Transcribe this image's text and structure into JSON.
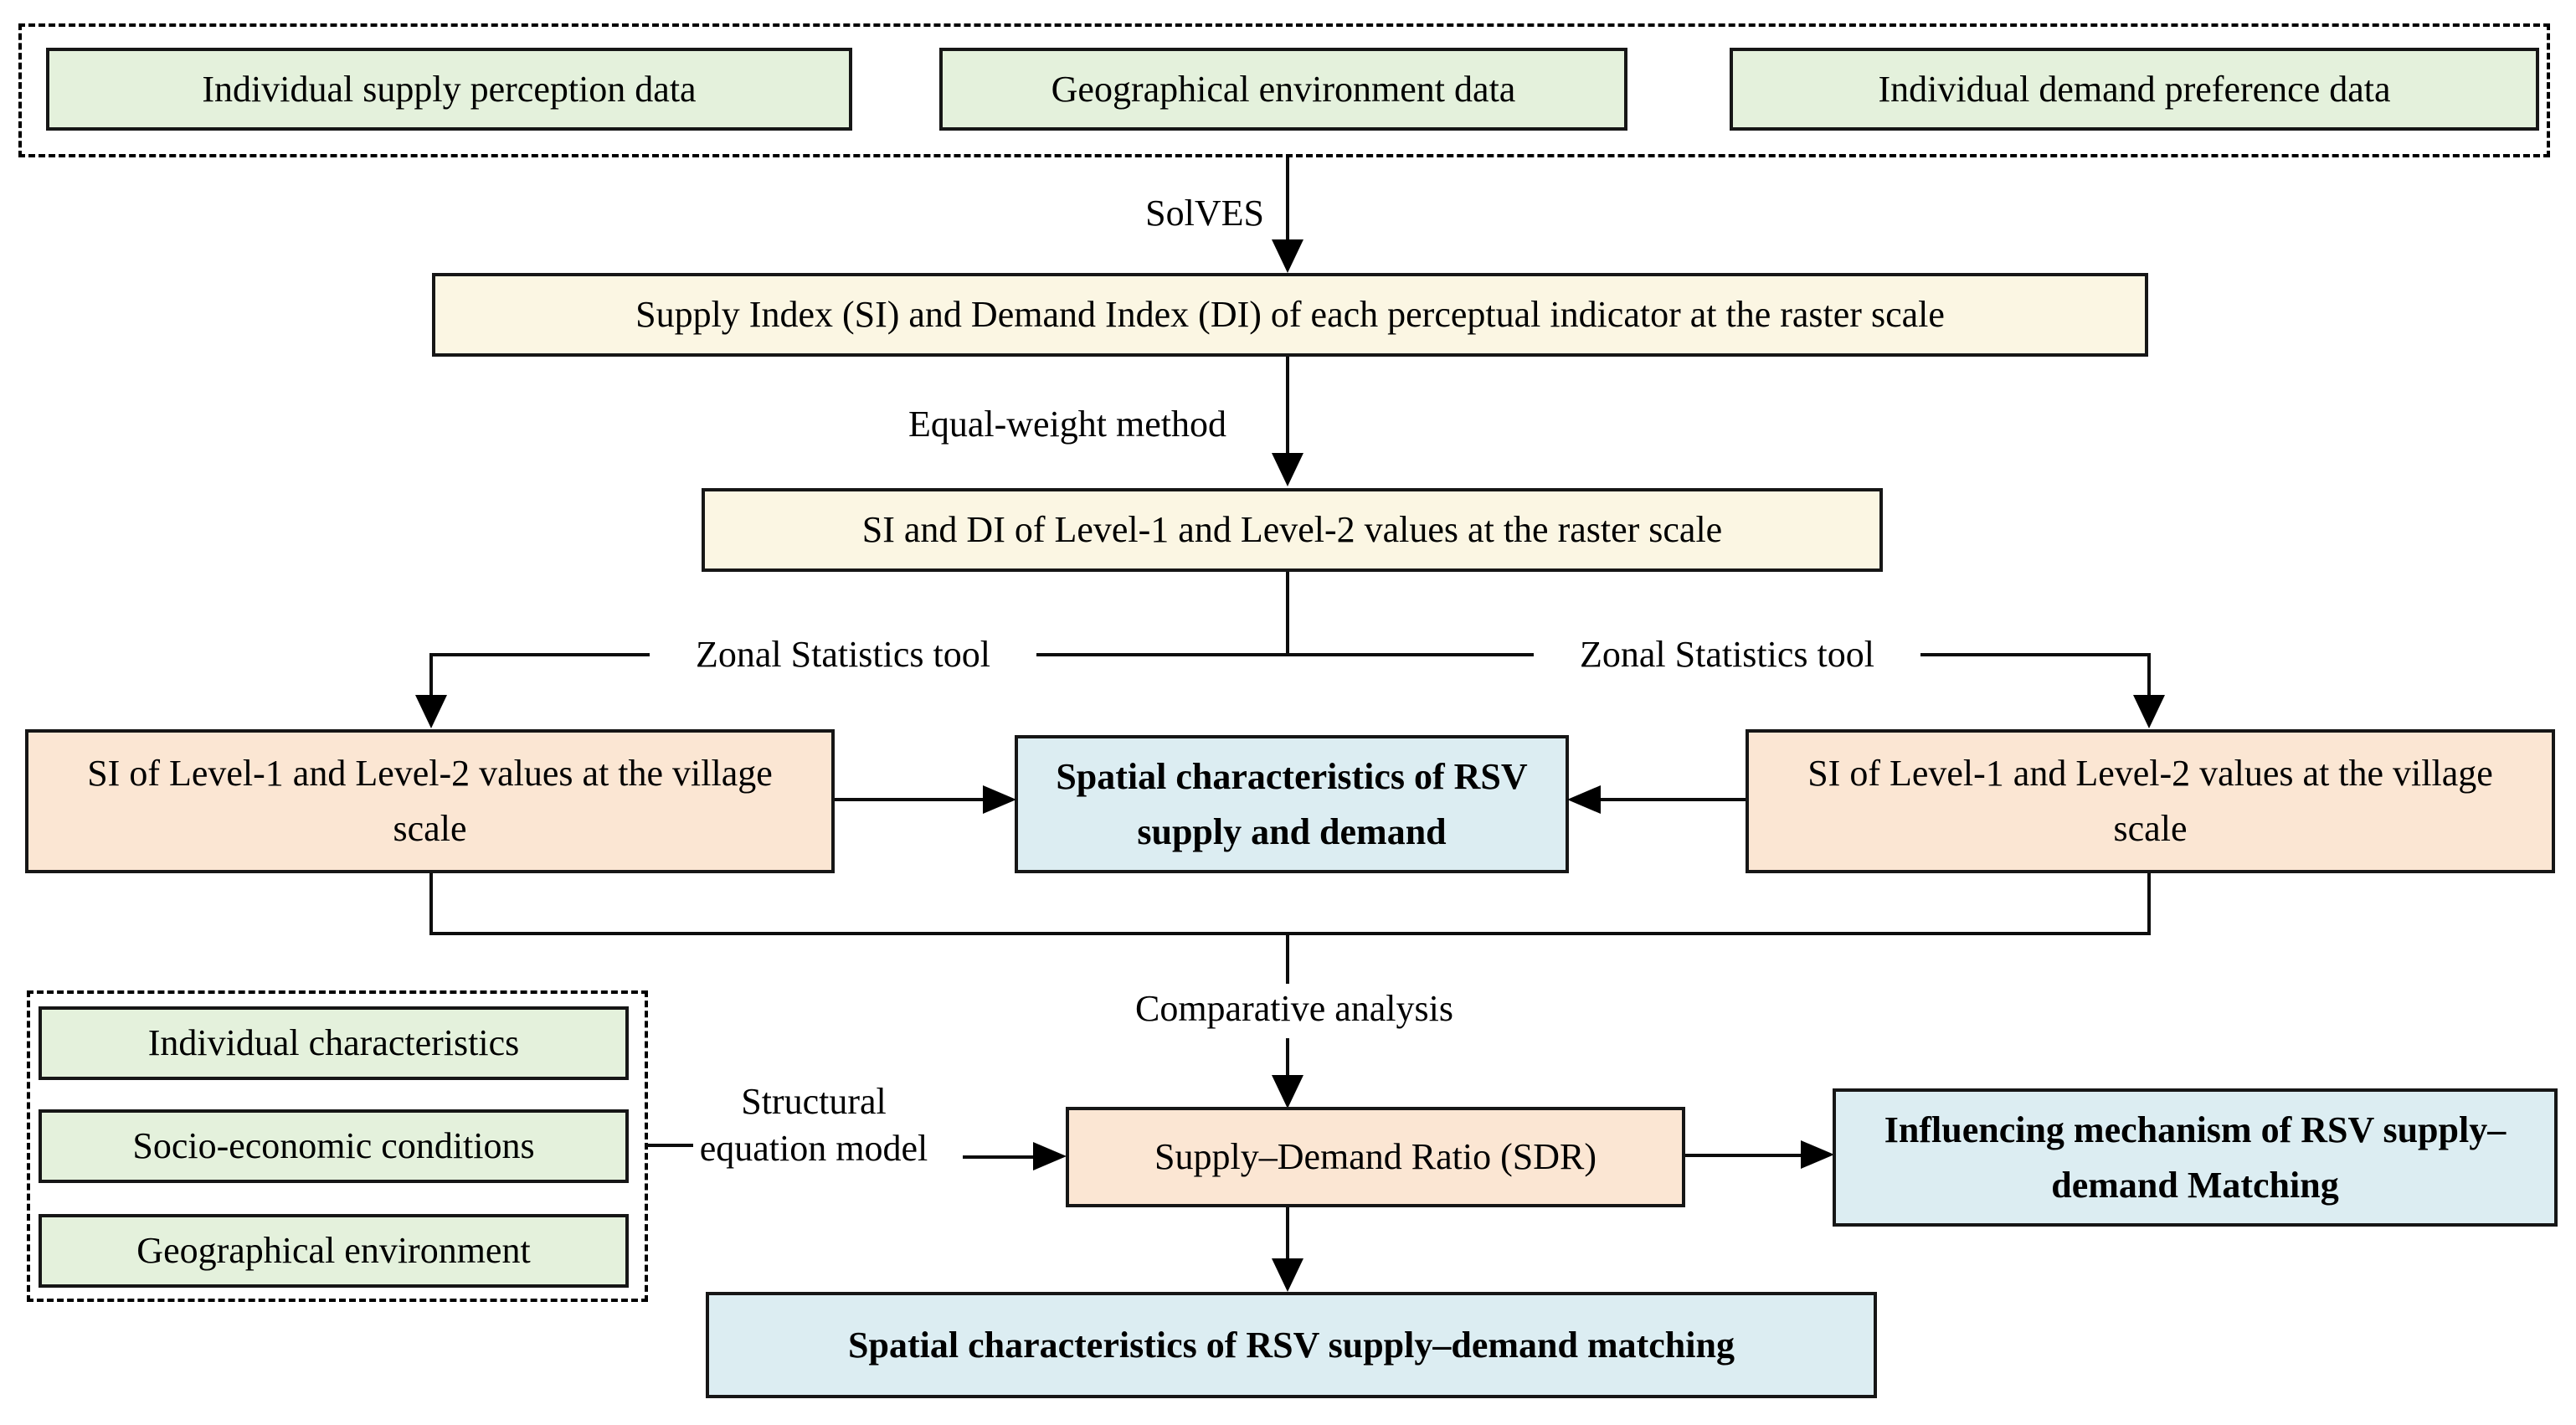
{
  "top_group": {
    "boxes": [
      {
        "label": "Individual supply perception data"
      },
      {
        "label": "Geographical environment data"
      },
      {
        "label": "Individual demand preference data"
      }
    ]
  },
  "process": {
    "solves_label": "SolVES",
    "raster_indicator_box": "Supply Index (SI) and Demand Index (DI) of each perceptual indicator at the raster scale",
    "equal_weight_label": "Equal-weight method",
    "zonal_statistics_left_label": "Zonal Statistics tool",
    "zonal_statistics_right_label": "Zonal Statistics tool",
    "raster_levels_box": "SI and DI of Level-1 and Level-2 values at the raster scale",
    "village_left_box": "SI of Level-1 and Level-2 values at the village scale",
    "spatial_supply_demand_box": "Spatial characteristics of RSV supply and demand",
    "village_right_box": "SI of Level-1 and Level-2 values at the village scale",
    "comparative_label": "Comparative analysis",
    "sdr_box": "Supply–Demand Ratio (SDR)",
    "influencing_box": "Influencing mechanism of RSV supply–demand Matching",
    "spatial_matching_box": "Spatial characteristics of RSV supply–demand matching"
  },
  "factors_group": {
    "boxes": [
      {
        "label": "Individual characteristics"
      },
      {
        "label": "Socio-economic conditions"
      },
      {
        "label": "Geographical environment"
      }
    ],
    "sem_label": "Structural equation model"
  },
  "colors": {
    "input_green": "#e4f1dc",
    "process_cream": "#fbf6e3",
    "result_peach": "#fbe6d3",
    "output_blue": "#dcedf2"
  }
}
